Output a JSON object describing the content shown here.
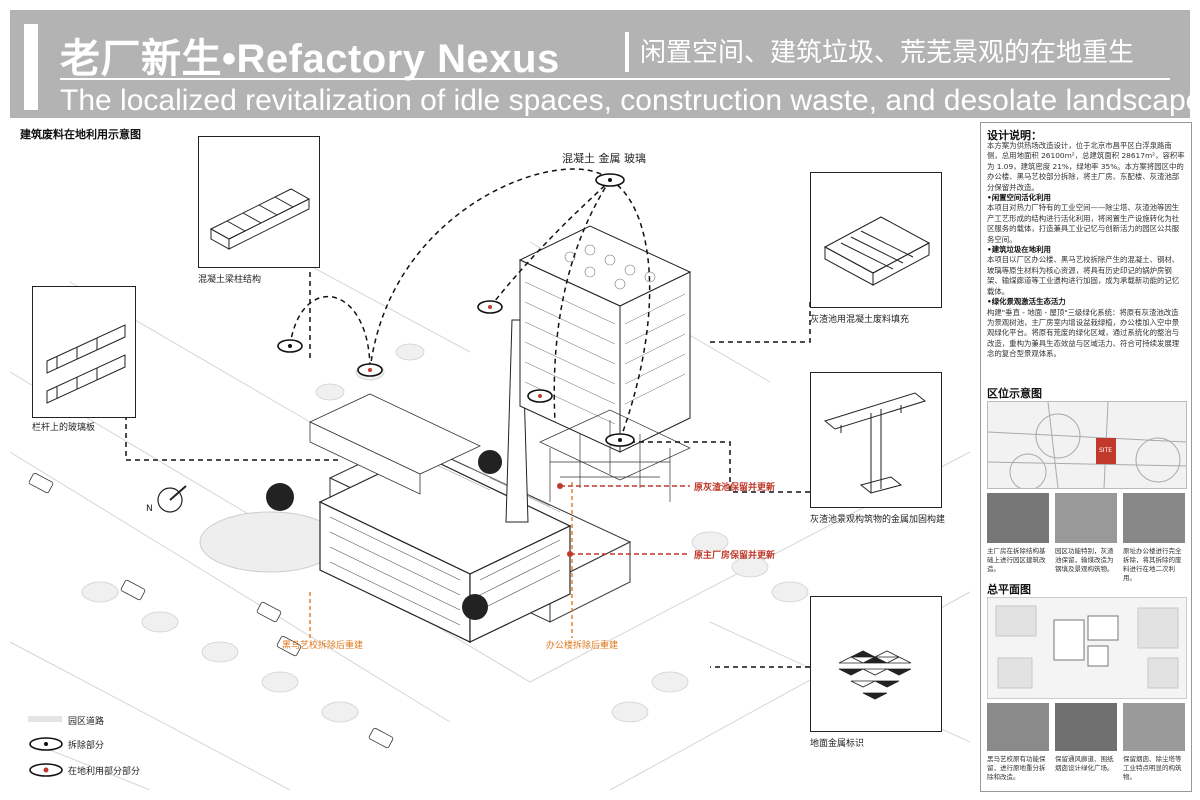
{
  "header": {
    "title": "老厂新生•Refactory Nexus",
    "subtitle_cn": "闲置空间、建筑垃圾、荒芜景观的在地重生",
    "subtitle_en": "The localized revitalization of idle spaces, construction waste, and desolate landscapes"
  },
  "diagram": {
    "section_title": "建筑废料在地利用示意图",
    "top_label": "混凝土  金属  玻璃",
    "callouts": {
      "beam": "混凝土梁柱结构",
      "glass": "栏杆上的玻璃板",
      "ash_pool": "灰渣池用混凝土废料填充",
      "metal_frame": "灰渣池景观构筑物的金属加固构建",
      "ground": "地面金属标识"
    },
    "annotations": {
      "ash_keep": "原灰渣池保留并更新",
      "main_keep": "原主厂房保留并更新",
      "art_rebuild": "黑马艺校拆除后重建",
      "office_rebuild": "办公楼拆除后重建"
    },
    "north": "N",
    "legend": {
      "road": "园区道路",
      "demolish": "拆除部分",
      "reuse": "在地利用部分部分"
    }
  },
  "sidebar": {
    "design_title": "设计说明：",
    "design_intro": "本方案为供热场改造设计，位于北京市昌平区白浮泉路南侧，总用地面积 26100m²，总建筑面积 28617m²，容积率为 1.09，建筑密度 21%，绿地率 35%。本方案将园区中的办公楼、黑马艺校部分拆除，将主厂房、东配楼、灰渣池部分保留并改造。",
    "h1": "•闲置空间活化利用",
    "p1": "本项目对热力厂特有的工业空间——除尘塔、灰渣池等因生产工艺形成的结构进行活化利用，将闲置生产设施转化为社区服务的载体，打造兼具工业记忆与创新活力的园区公共服务空间。",
    "h2": "•建筑垃圾在地利用",
    "p2": "本项目以厂区办公楼、黑马艺校拆除产生的混凝土、钢材、玻璃等原生材料为核心资源，将具有历史印记的锅炉房钢架、输煤廊道等工业遗构进行加固，成为承载新功能的记忆载体。",
    "h3": "•绿化景观激活生态活力",
    "p3": "构建\"垂直 - 地面 - 屋顶\"三级绿化系统：将原有灰渣池改造为景观树池，主厂房室内增设盆栽绿植，办公楼加入空中景观绿化平台。将原有荒废的绿化区域，通过系统化的整治与改造，重构为兼具生态效益与区域活力、符合可持续发展理念的复合型景观体系。",
    "location_title": "区位示意图",
    "site_label": "SITE",
    "photo_caps": [
      "主厂房在拆除结构基础上进行园区建筑改造。",
      "园区功能特别，灰渣池保留，输煤改造为钢填及景观构筑物。",
      "原址办公楼进行完全拆除，将其拆除的废料进行在地二次利用。"
    ],
    "plan_title": "总平面图",
    "photo_caps2": [
      "黑马艺校原有功能保留，进行原地重分拆除和改造。",
      "保留通风廊道、围纸烟囱设计绿化广场。",
      "保留烟囱、除尘塔等工业特点明显的构筑物。"
    ]
  }
}
